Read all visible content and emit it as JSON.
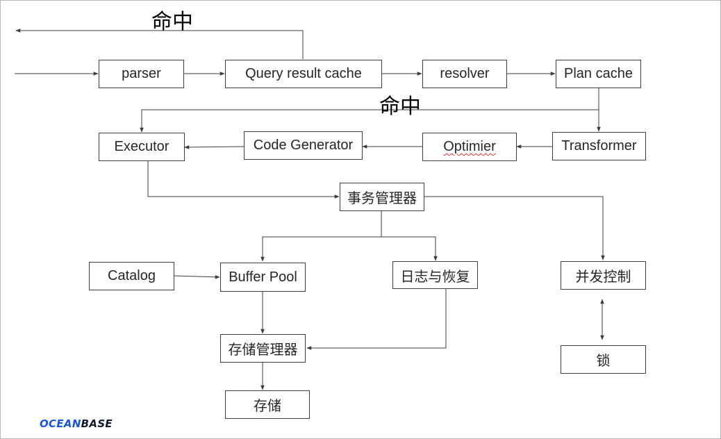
{
  "diagram": {
    "hit_label_top": "命中",
    "hit_label_mid": "命中",
    "nodes": {
      "parser": "parser",
      "query_result_cache": "Query result cache",
      "resolver": "resolver",
      "plan_cache": "Plan cache",
      "executor": "Executor",
      "code_generator": "Code Generator",
      "optimizer": "Optimier",
      "transformer": "Transformer",
      "transaction_manager": "事务管理器",
      "catalog": "Catalog",
      "buffer_pool": "Buffer Pool",
      "log_recovery": "日志与恢复",
      "concurrency_control": "并发控制",
      "storage_manager": "存储管理器",
      "lock": "锁",
      "storage": "存储"
    }
  },
  "logo": {
    "part1": "OCEAN",
    "part2": "BASE",
    "brand_color": "#1a55d6"
  },
  "colors": {
    "line": "#3c3c3c",
    "box_border": "#3c3c3c",
    "spellcheck": "#d23030"
  }
}
